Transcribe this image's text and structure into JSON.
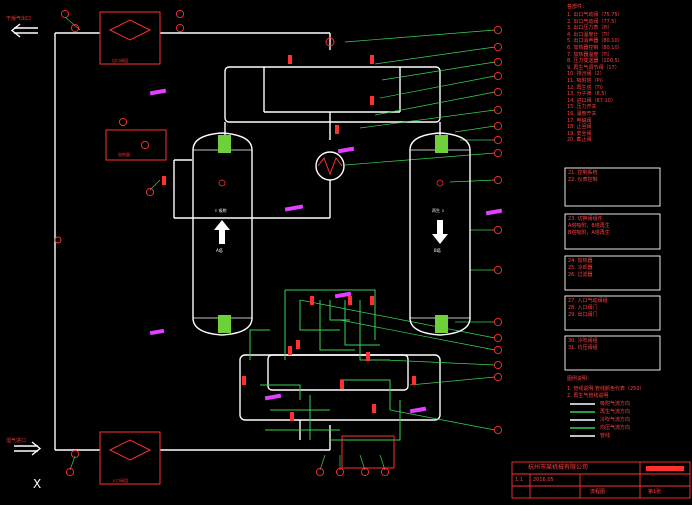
{
  "labels": {
    "outlet": "干燥气出口",
    "inlet": "湿气进口",
    "axis": "X",
    "valve_box_top": "出口阀组",
    "valve_box_bottom": "入口阀组",
    "heater_box": "加热器",
    "tower_a_flow": "⇧ 吸附",
    "tower_b_flow": "再生 ⇩",
    "tower_a_name": "A塔",
    "tower_b_name": "B塔"
  },
  "notes": {
    "heading": "各部件：",
    "items": [
      "1. 出口气动阀（75.75）",
      "2. 出口气动阀（77.5）",
      "3. 出口压力表（Pi）",
      "4. 出口温度计（Ti）",
      "5. 出口消声器（80.10）",
      "6. 加热器控制（80.10）",
      "7. 加热器温度（Ti）",
      "8. 压力变送器（100.5）",
      "9. 再生气调节阀（17）",
      "10. 排污阀（2）",
      "11. 吸附塔（Pi）",
      "12. 再生塔（Ti）",
      "13. 分子筛（8.5）",
      "14. 进口阀（87.10）",
      "15. 压力开关",
      "16. 温度开关",
      "17. 电磁阀",
      "18. 止回阀",
      "19. 安全阀",
      "20. 截止阀"
    ]
  },
  "boxes": [
    {
      "lines": [
        "21. 控制系统",
        "22. 仪表控制"
      ]
    },
    {
      "lines": [
        "23. 切换阀组件",
        "A塔吸附，B塔再生",
        "B塔吸附，A塔再生"
      ]
    },
    {
      "lines": [
        "24. 加热器",
        "25. 冷却器",
        "26. 过滤器"
      ]
    },
    {
      "lines": [
        "27. 入口气动阀组",
        "28. 入口阀门",
        "29. 出口阀门"
      ]
    },
    {
      "lines": [
        "30. 冷吹阀组",
        "31. 均压阀组"
      ]
    }
  ],
  "legend": {
    "heading": "图例说明：",
    "items": [
      "1. 管线说明 管线颜色代表（250）",
      "2. 再生气管线说明"
    ],
    "lines": [
      "吸附气流方向",
      "再生气流方向",
      "冷吹气流方向",
      "均压气流方向",
      "管线"
    ]
  },
  "title_block": {
    "company": "杭州市某机械有限公司",
    "drawing": "流程图",
    "date": "2016.05",
    "scale": "1:1",
    "sheet": "第1张"
  }
}
